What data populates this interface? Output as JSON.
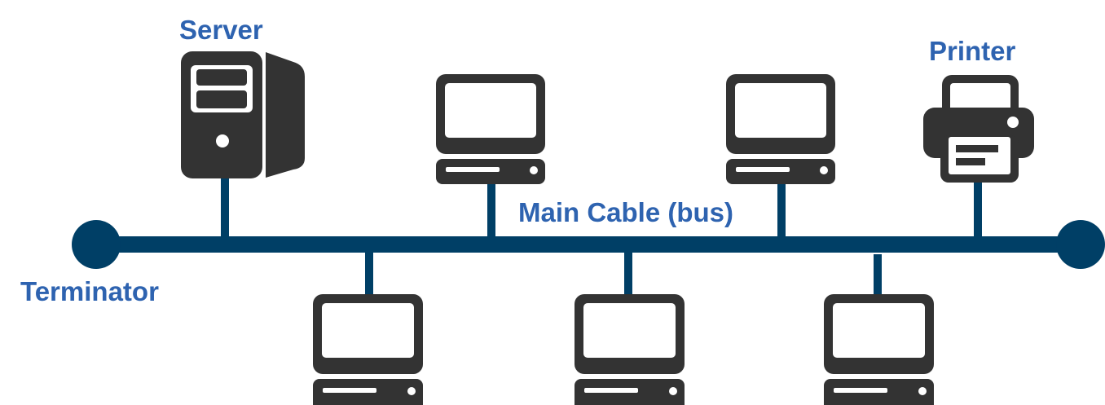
{
  "diagram": {
    "title": "Bus Topology",
    "labels": {
      "server": "Server",
      "printer": "Printer",
      "bus": "Main Cable (bus)",
      "terminator": "Terminator"
    },
    "colors": {
      "label_text": "#2E63B0",
      "bus_cable": "#003F66",
      "device_icon": "#333333",
      "background": "#FFFFFF"
    },
    "nodes": [
      {
        "id": "server",
        "type": "server",
        "label": "Server",
        "side": "top"
      },
      {
        "id": "pc-top-1",
        "type": "computer",
        "side": "top"
      },
      {
        "id": "pc-top-2",
        "type": "computer",
        "side": "top"
      },
      {
        "id": "printer",
        "type": "printer",
        "label": "Printer",
        "side": "top"
      },
      {
        "id": "pc-bottom-1",
        "type": "computer",
        "side": "bottom"
      },
      {
        "id": "pc-bottom-2",
        "type": "computer",
        "side": "bottom"
      },
      {
        "id": "pc-bottom-3",
        "type": "computer",
        "side": "bottom"
      }
    ],
    "terminators": [
      "left",
      "right"
    ]
  }
}
